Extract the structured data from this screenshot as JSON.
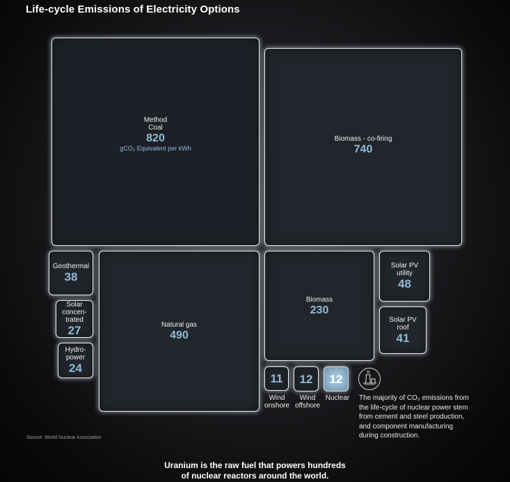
{
  "title": "Life-cycle Emissions of Electricity Options",
  "chart_data": {
    "type": "treemap",
    "title": "Life-cycle Emissions of Electricity Options",
    "method_label": "Method",
    "unit": "gCO₂ Equivalent per kWh",
    "items": [
      {
        "name": "Coal",
        "value": 820
      },
      {
        "name": "Biomass - co-firing",
        "value": 740
      },
      {
        "name": "Natural gas",
        "value": 490
      },
      {
        "name": "Biomass",
        "value": 230
      },
      {
        "name": "Solar PV utility",
        "value": 48
      },
      {
        "name": "Solar PV roof",
        "value": 41
      },
      {
        "name": "Geothermal",
        "value": 38
      },
      {
        "name": "Solar concentrated",
        "value": 27
      },
      {
        "name": "Hydropower",
        "value": 24
      },
      {
        "name": "Nuclear",
        "value": 12
      },
      {
        "name": "Wind offshore",
        "value": 12
      },
      {
        "name": "Wind onshore",
        "value": 11
      }
    ],
    "highlight": "Nuclear",
    "colors": {
      "box": "#22252b",
      "value": "#8fbcd6",
      "highlight": "#9cc4dc",
      "border": "#e9eef3"
    }
  },
  "labels": {
    "coal": "Coal",
    "biomass_cofiring": "Biomass - co-firing",
    "natural_gas": "Natural gas",
    "biomass": "Biomass",
    "solar_pv_utility_1": "Solar PV",
    "solar_pv_utility_2": "utility",
    "solar_pv_roof_1": "Solar PV",
    "solar_pv_roof_2": "roof",
    "geothermal": "Geothermal",
    "solar_conc_1": "Solar",
    "solar_conc_2": "concen-",
    "solar_conc_3": "trated",
    "hydro_1": "Hydro-",
    "hydro_2": "power",
    "wind_on_1": "Wind",
    "wind_on_2": "onshore",
    "wind_off_1": "Wind",
    "wind_off_2": "offshore",
    "nuclear": "Nuclear"
  },
  "values": {
    "coal": "820",
    "biomass_cofiring": "740",
    "natural_gas": "490",
    "biomass": "230",
    "solar_pv_utility": "48",
    "solar_pv_roof": "41",
    "geothermal": "38",
    "solar_conc": "27",
    "hydro": "24",
    "wind_on": "11",
    "wind_off": "12",
    "nuclear": "12"
  },
  "note": {
    "icon": "nuclear-plant-icon",
    "line1": "The majority of CO₂ emissions from",
    "line2": "the life-cycle of nuclear power stem",
    "line3": "from cement and steel production,",
    "line4": "and component manufacturing",
    "line5": "during construction."
  },
  "source": "Source: World Nuclear Association",
  "footer": {
    "line1": "Uranium is the raw fuel that powers hundreds",
    "line2": "of nuclear reactors around the world."
  }
}
